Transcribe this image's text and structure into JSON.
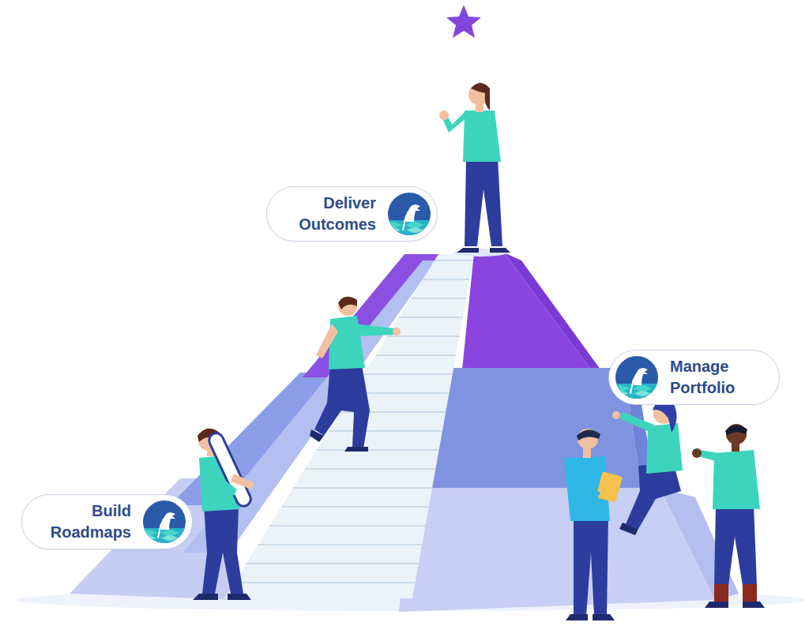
{
  "diagram": {
    "nodes": [
      {
        "text": [
          "Deliver Outcomes"
        ]
      },
      {
        "text": [
          "Manage Portfolio"
        ]
      },
      {
        "text": [
          "Build Roadmaps"
        ]
      }
    ]
  }
}
